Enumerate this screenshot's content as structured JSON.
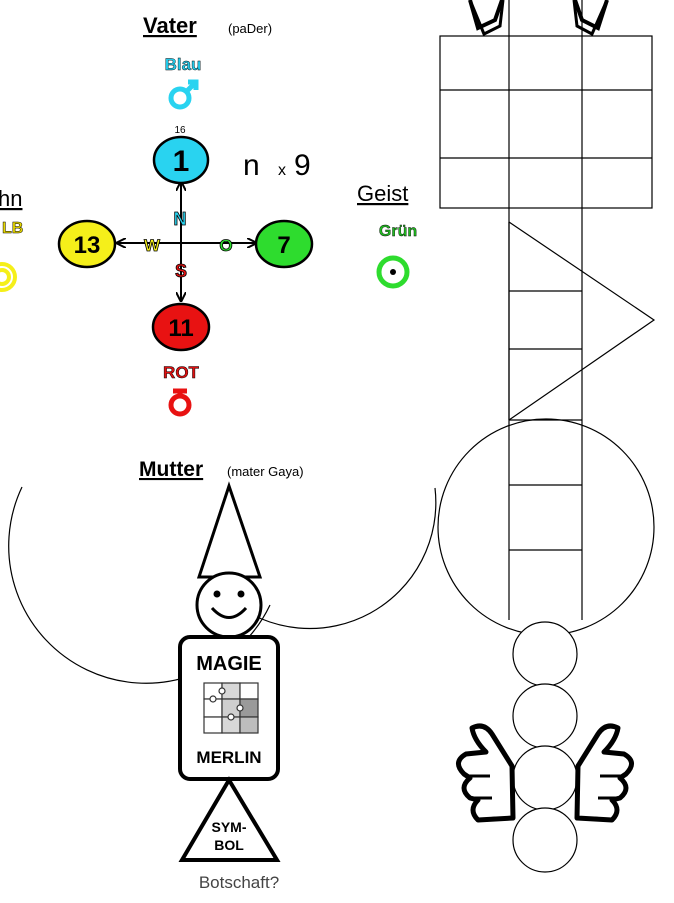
{
  "vater": {
    "label": "Vater",
    "sub": "(paDer)",
    "color_name": "Blau",
    "symbol": "♂"
  },
  "mutter": {
    "label": "Mutter",
    "sub": "(mater Gaya)",
    "color_name": "ROT",
    "symbol": "♀"
  },
  "sohn": {
    "label": "hn",
    "color_name": "LB"
  },
  "geist": {
    "label": "Geist",
    "color_name": "Grün",
    "symbol": "⊙"
  },
  "formula": {
    "n": "n",
    "x": "x",
    "nine": "9"
  },
  "compass": {
    "top_small": "16",
    "north_value": "1",
    "west_value": "13",
    "east_value": "7",
    "south_value": "11",
    "dir_n": "N",
    "dir_w": "W",
    "dir_o": "O",
    "dir_s": "S"
  },
  "figure": {
    "body_top": "MAGIE",
    "body_bottom": "MERLIN",
    "symbol_line1": "SYM-",
    "symbol_line2": "BOL",
    "question": "Botschaft?"
  },
  "colors": {
    "blue": "#29d3f0",
    "yellow": "#f5ef1a",
    "green": "#2edc2e",
    "red": "#e81212",
    "cyan_text": "#22c8e8",
    "red_text": "#e01010",
    "green_text": "#22bb22",
    "yellow_text": "#e8d800"
  }
}
